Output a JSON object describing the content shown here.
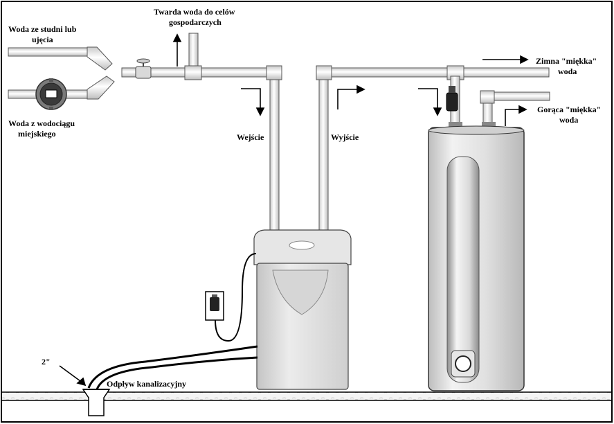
{
  "labels": {
    "well_water": [
      "Woda ze studni lub",
      "ujęcia"
    ],
    "city_water": [
      "Woda z wodociągu",
      "miejskiego"
    ],
    "hard_water": [
      "Twarda woda do celów",
      "gospodarczych"
    ],
    "inlet": "Wejście",
    "outlet": "Wyjście",
    "cold_soft": [
      "Zimna \"miękka\"",
      "woda"
    ],
    "hot_soft": [
      "Gorąca \"miękka\"",
      "woda"
    ],
    "drain_size": "2\"",
    "drain": "Odpływ kanalizacyjny"
  },
  "icons": {
    "water_meter": "water-meter-icon",
    "shutoff_valve": "shutoff-valve-icon",
    "power_outlet": "power-outlet-icon"
  }
}
